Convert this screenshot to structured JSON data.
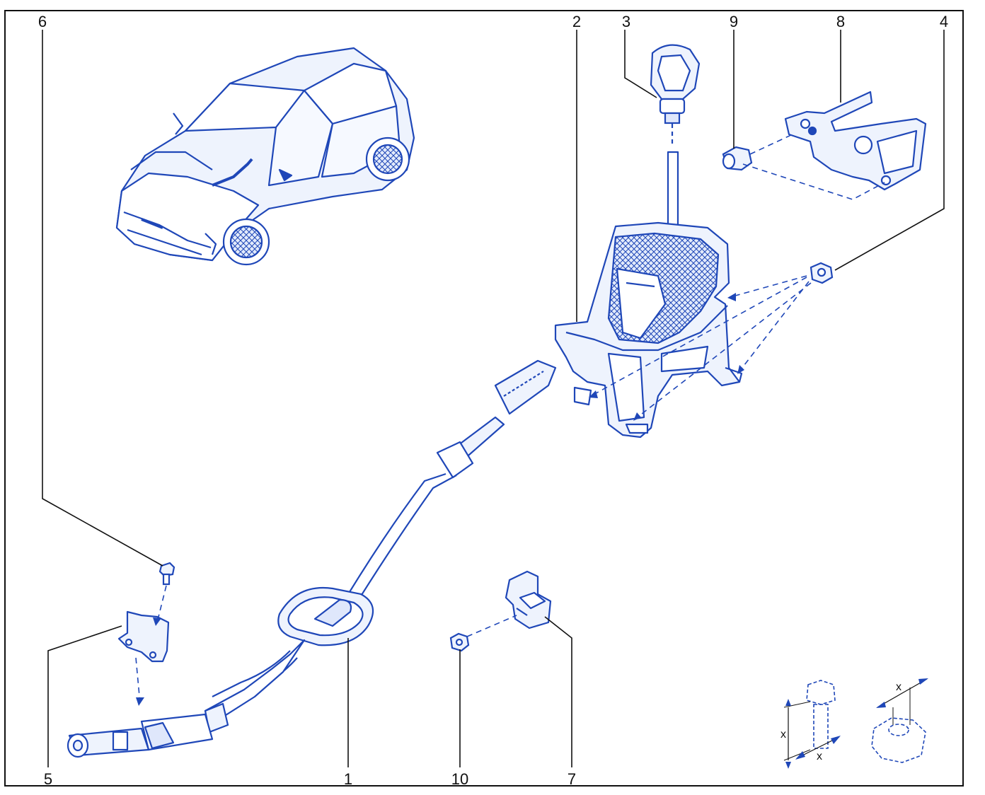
{
  "callouts": {
    "c6": "6",
    "c2": "2",
    "c3": "3",
    "c9": "9",
    "c8": "8",
    "c4": "4",
    "c5": "5",
    "c1": "1",
    "c10": "10",
    "c7": "7"
  },
  "dimension_label": "x",
  "colors": {
    "line_art": "#1f47b8",
    "fill_light": "#e3ebfb",
    "frame": "#111111",
    "leader": "#111111"
  }
}
